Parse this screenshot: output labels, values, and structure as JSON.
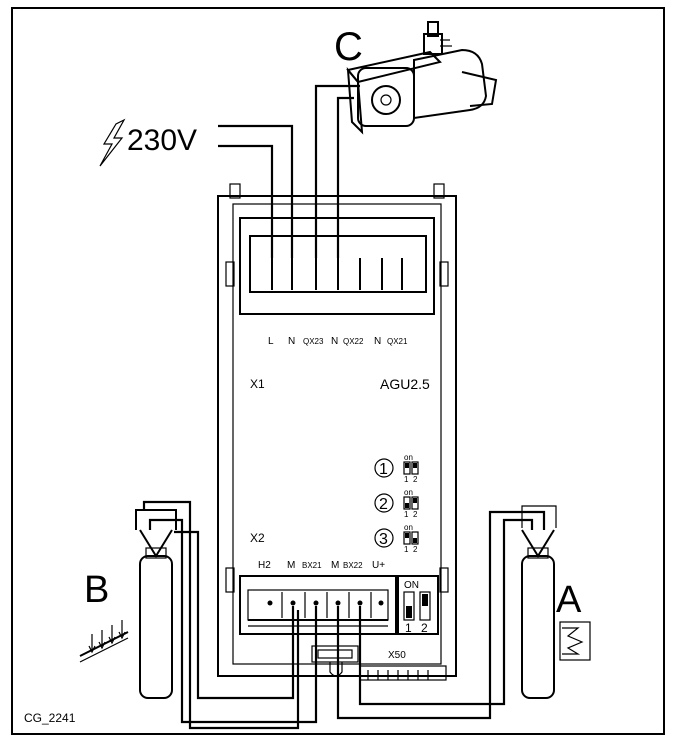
{
  "labels": {
    "a": "A",
    "b": "B",
    "c": "C",
    "voltage": "230V",
    "x1": "X1",
    "x2": "X2",
    "x50": "X50",
    "model": "AGU2.5",
    "caption": "CG_2241"
  },
  "top_terminals": [
    "L",
    "N",
    "QX23",
    "N",
    "QX22",
    "N",
    "QX21"
  ],
  "bottom_terminals": [
    "H2",
    "M",
    "BX21",
    "M",
    "BX22",
    "U+"
  ],
  "dip_switches": [
    {
      "number": "1",
      "on_label": "on",
      "pos_labels": [
        "1",
        "2"
      ]
    },
    {
      "number": "2",
      "on_label": "on",
      "pos_labels": [
        "1",
        "2"
      ]
    },
    {
      "number": "3",
      "on_label": "on",
      "pos_labels": [
        "1",
        "2"
      ]
    }
  ],
  "main_switch": {
    "on_label": "ON",
    "pos_labels": [
      "1",
      "2"
    ]
  }
}
